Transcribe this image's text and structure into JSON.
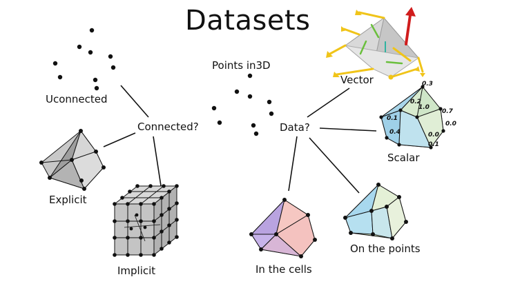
{
  "title": "Datasets",
  "nodes": {
    "points": "Points in3D",
    "unconnected": "Uconnected",
    "connected": "Connected?",
    "data": "Data?",
    "explicit": "Explicit",
    "implicit": "Implicit",
    "vector": "Vector",
    "scalar": "Scalar",
    "in_cells": "In the cells",
    "on_points": "On the points"
  },
  "scalar_values": [
    "0.3",
    "0.2",
    "1.0",
    "0.7",
    "0.0",
    "0.1",
    "0.4",
    "0.0",
    "0.1"
  ],
  "colors": {
    "line": "#111111",
    "mesh_gray": "#bdbdbd",
    "mesh_dark": "#8a8a8a",
    "scalar_blue": "#a9d6ea",
    "scalar_green": "#cfe6c8",
    "cell_pink": "#f2b8bd",
    "cell_purple": "#b9a3e0",
    "point_blue": "#a8d8ee",
    "point_green": "#d9ecc8",
    "arrow_yellow": "#f0c419",
    "arrow_green": "#6abf3c",
    "arrow_red": "#d01c1c"
  }
}
